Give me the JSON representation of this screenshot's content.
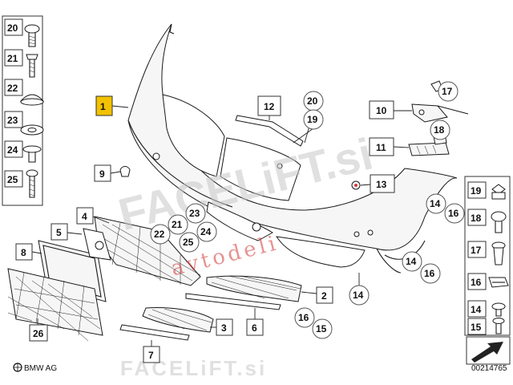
{
  "brand": {
    "logo_text": "BMW AG",
    "watermark_main": "FACELiFT.si",
    "watermark_sub": "avtodeli",
    "footer_watermark": "FACELiFT.si"
  },
  "diagram_id": "00214765",
  "colors": {
    "highlight": "#f2c200",
    "watermark_red": "#d23a3a"
  },
  "left_panel": [
    {
      "label": "20"
    },
    {
      "label": "21"
    },
    {
      "label": "22"
    },
    {
      "label": "23"
    },
    {
      "label": "24"
    },
    {
      "label": "25"
    }
  ],
  "right_panel": [
    {
      "label": "19"
    },
    {
      "label": "18"
    },
    {
      "label": "17"
    },
    {
      "label": "16"
    },
    {
      "label": "14"
    },
    {
      "label": "15"
    }
  ],
  "callouts": {
    "c1": "1",
    "c2": "2",
    "c3": "3",
    "c4": "4",
    "c5": "5",
    "c6": "6",
    "c7": "7",
    "c8": "8",
    "c9": "9",
    "c10": "10",
    "c11": "11",
    "c12": "12",
    "c13": "13",
    "c14a": "14",
    "c14b": "14",
    "c14c": "14",
    "c15a": "15",
    "c16a": "16",
    "c16b": "16",
    "c16c": "16",
    "c17": "17",
    "c18": "18",
    "c19": "19",
    "c20": "20",
    "c21": "21",
    "c22": "22",
    "c23": "23",
    "c24": "24",
    "c25": "25",
    "c26": "26"
  }
}
